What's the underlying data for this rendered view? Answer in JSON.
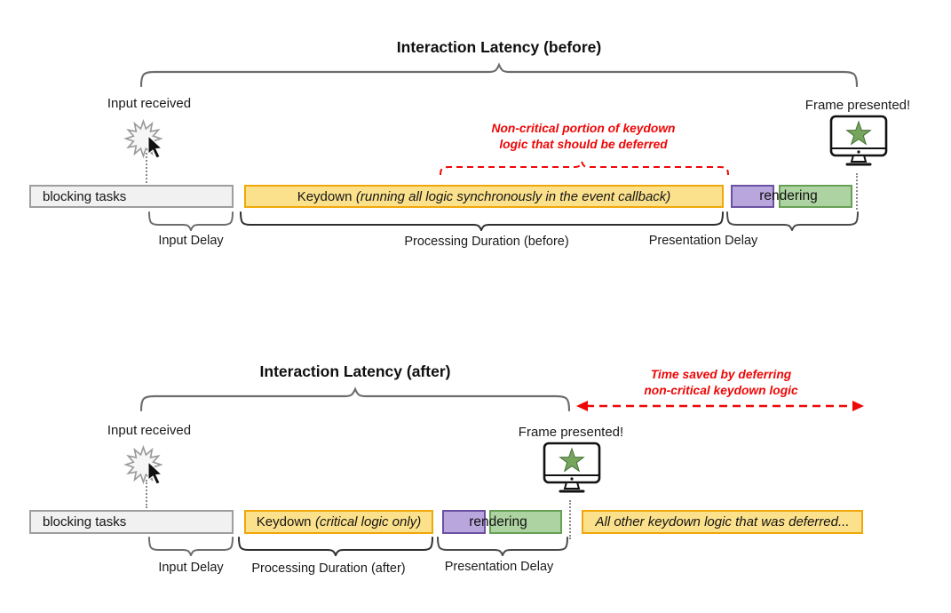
{
  "colors": {
    "bar_yellow_fill": "#fce18c",
    "bar_yellow_border": "#f0a70a",
    "bar_gray_fill": "#f1f1f1",
    "bar_gray_border": "#9e9e9e",
    "bar_purple_fill": "#b9a6dc",
    "bar_purple_border": "#6b51a1",
    "bar_green_fill": "#aed3a2",
    "bar_green_border": "#66a055",
    "annotation_red": "#ee0707",
    "monitor_star_green": "#76a55e",
    "brace_gray": "#6d6d6d",
    "brace_dark": "#2e2e2e"
  },
  "before": {
    "title": "Interaction Latency (before)",
    "input_received_label": "Input received",
    "frame_presented_label": "Frame presented!",
    "annotation_line1": "Non-critical portion of keydown",
    "annotation_line2": "logic that should be deferred",
    "bars": {
      "blocking_tasks": "blocking tasks",
      "keydown_prefix": "Keydown",
      "keydown_detail": "(running all logic synchronously in the event callback)",
      "rendering": "rendering"
    },
    "duration_labels": {
      "input_delay": "Input Delay",
      "processing_duration": "Processing Duration (before)",
      "presentation_delay": "Presentation Delay"
    }
  },
  "after": {
    "title": "Interaction Latency (after)",
    "annotation_line1": "Time saved by deferring",
    "annotation_line2": "non-critical keydown logic",
    "input_received_label": "Input received",
    "frame_presented_label": "Frame presented!",
    "bars": {
      "blocking_tasks": "blocking tasks",
      "keydown_prefix": "Keydown",
      "keydown_detail": "(critical logic only)",
      "rendering": "rendering",
      "deferred": "All other keydown logic that was deferred..."
    },
    "duration_labels": {
      "input_delay": "Input Delay",
      "processing_duration": "Processing Duration (after)",
      "presentation_delay": "Presentation Delay"
    }
  }
}
